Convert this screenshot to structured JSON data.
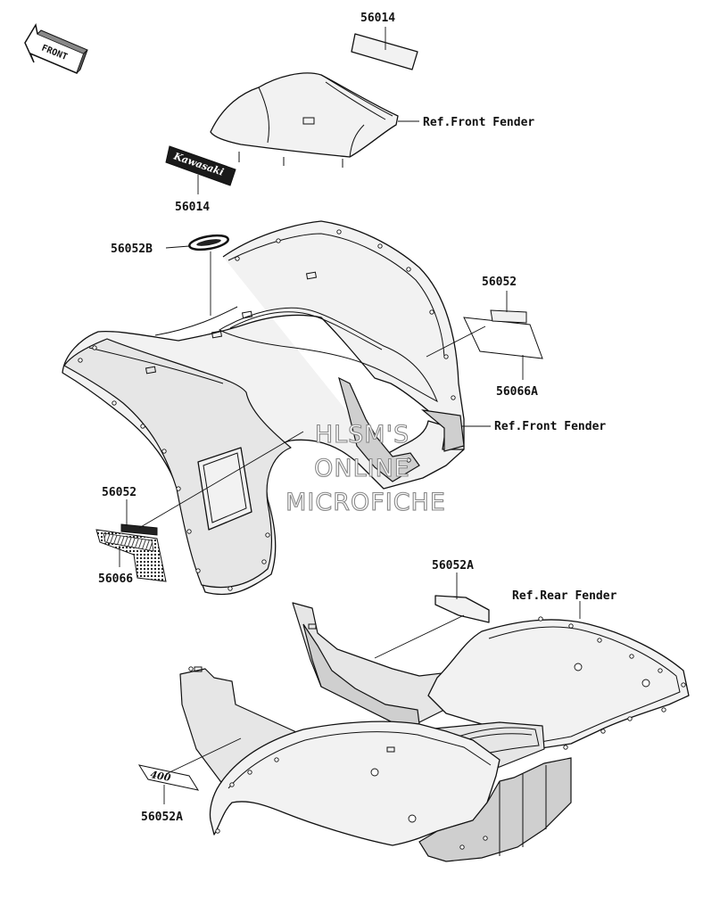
{
  "front_arrow": {
    "text": "FRONT"
  },
  "callouts": [
    {
      "id": "top-56014",
      "text": "56014"
    },
    {
      "id": "ref-front-fender-1",
      "text": "Ref.Front Fender"
    },
    {
      "id": "kawasaki-56014",
      "text": "56014"
    },
    {
      "id": "oval-56052b",
      "text": "56052B"
    },
    {
      "id": "right-56052",
      "text": "56052"
    },
    {
      "id": "right-56066a",
      "text": "56066A"
    },
    {
      "id": "ref-front-fender-2",
      "text": "Ref.Front Fender"
    },
    {
      "id": "left-56052",
      "text": "56052"
    },
    {
      "id": "left-56066",
      "text": "56066"
    },
    {
      "id": "rear-56052a",
      "text": "56052A"
    },
    {
      "id": "ref-rear-fender",
      "text": "Ref.Rear Fender"
    },
    {
      "id": "bottom-56052a",
      "text": "56052A"
    }
  ],
  "decals": {
    "kawasaki_text": "Kawasaki",
    "model_text": "400"
  },
  "watermark": {
    "lines": [
      "HLSM'S",
      "ONLINE",
      "MICROFICHE"
    ]
  }
}
